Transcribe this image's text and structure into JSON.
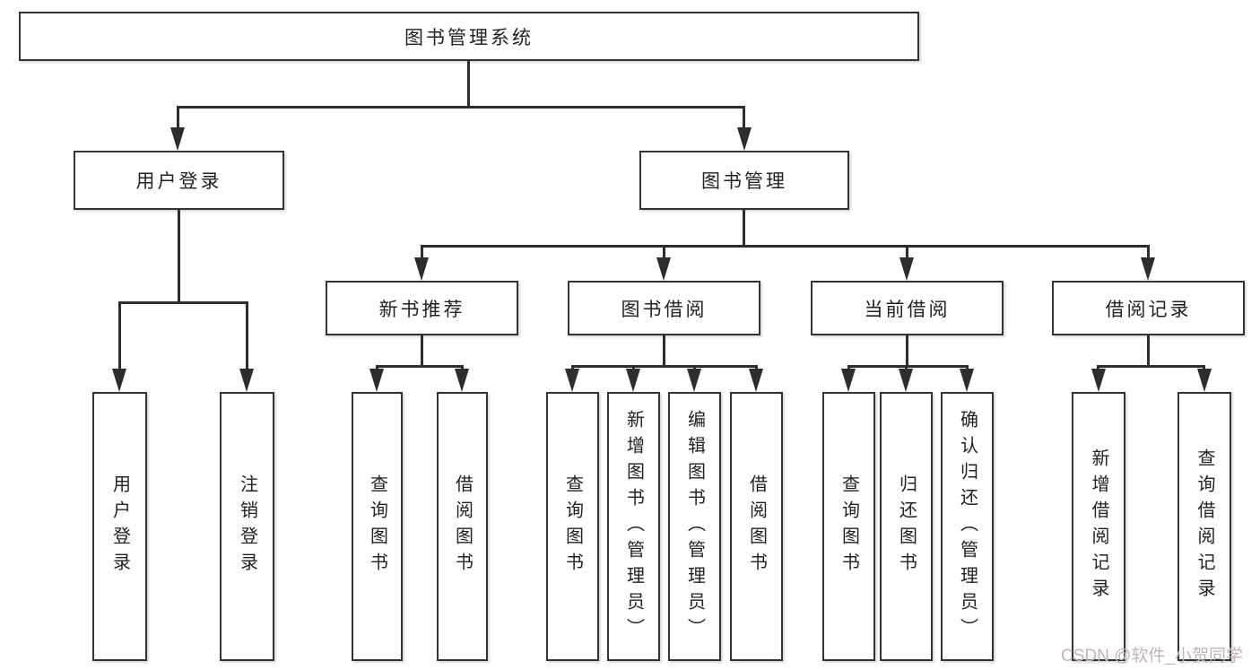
{
  "diagram": {
    "title": "图书管理系统",
    "nodes": {
      "root": {
        "label": "图书管理系统"
      },
      "level2": [
        {
          "label": "用户登录"
        },
        {
          "label": "图书管理"
        }
      ],
      "level3": [
        {
          "label": "新书推荐"
        },
        {
          "label": "图书借阅"
        },
        {
          "label": "当前借阅"
        },
        {
          "label": "借阅记录"
        }
      ],
      "leaves_login": [
        {
          "label": "用户登录"
        },
        {
          "label": "注销登录"
        }
      ],
      "leaves_new_book": [
        {
          "label": "查询图书"
        },
        {
          "label": "借阅图书"
        }
      ],
      "leaves_book_borrow": [
        {
          "label": "查询图书"
        },
        {
          "label": "新增图书（管理员）"
        },
        {
          "label": "编辑图书（管理员）"
        },
        {
          "label": "借阅图书"
        }
      ],
      "leaves_current_borrow": [
        {
          "label": "查询图书"
        },
        {
          "label": "归还图书"
        },
        {
          "label": "确认归还（管理员）"
        }
      ],
      "leaves_borrow_records": [
        {
          "label": "新增借阅记录"
        },
        {
          "label": "查询借阅记录"
        }
      ]
    },
    "watermark": "CSDN @软件_小贺同学",
    "colors": {
      "line": "#2d2d2d",
      "box_border": "#333333",
      "text": "#222222",
      "watermark": "#c6b4b4",
      "background": "#ffffff"
    }
  }
}
